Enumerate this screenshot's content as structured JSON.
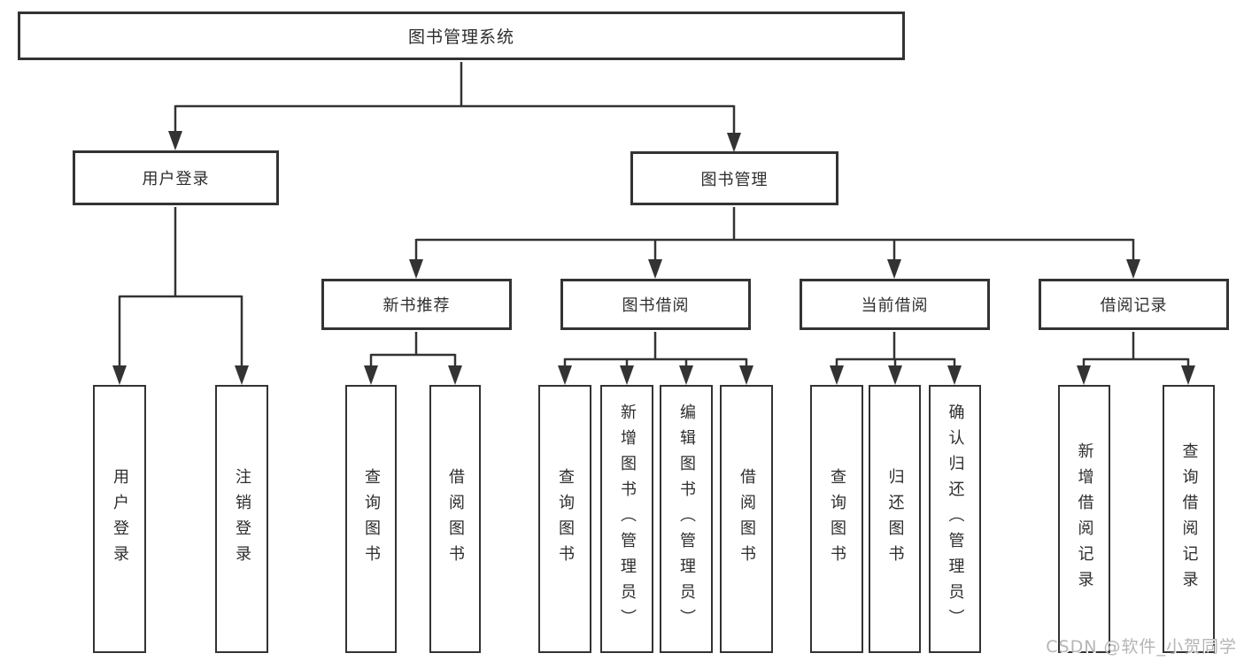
{
  "diagram_title": "图书管理系统",
  "tree": {
    "root": {
      "label": "图书管理系统",
      "children": [
        {
          "label": "用户登录",
          "children": [
            {
              "label": "用户登录"
            },
            {
              "label": "注销登录"
            }
          ]
        },
        {
          "label": "图书管理",
          "children": [
            {
              "label": "新书推荐",
              "children": [
                {
                  "label": "查询图书"
                },
                {
                  "label": "借阅图书"
                }
              ]
            },
            {
              "label": "图书借阅",
              "children": [
                {
                  "label": "查询图书"
                },
                {
                  "label": "新增图书（管理员）"
                },
                {
                  "label": "编辑图书（管理员）"
                },
                {
                  "label": "借阅图书"
                }
              ]
            },
            {
              "label": "当前借阅",
              "children": [
                {
                  "label": "查询图书"
                },
                {
                  "label": "归还图书"
                },
                {
                  "label": "确认归还（管理员）"
                }
              ]
            },
            {
              "label": "借阅记录",
              "children": [
                {
                  "label": "新增借阅记录"
                },
                {
                  "label": "查询借阅记录"
                }
              ]
            }
          ]
        }
      ]
    }
  },
  "watermark": "CSDN @软件_小贺同学",
  "colors": {
    "background": "#ffffff",
    "box_fill": "#ffffff",
    "box_border": "#333333",
    "connector_line": "#333333",
    "text": "#2d2d2d",
    "watermark_text": "#b5b5b5"
  }
}
